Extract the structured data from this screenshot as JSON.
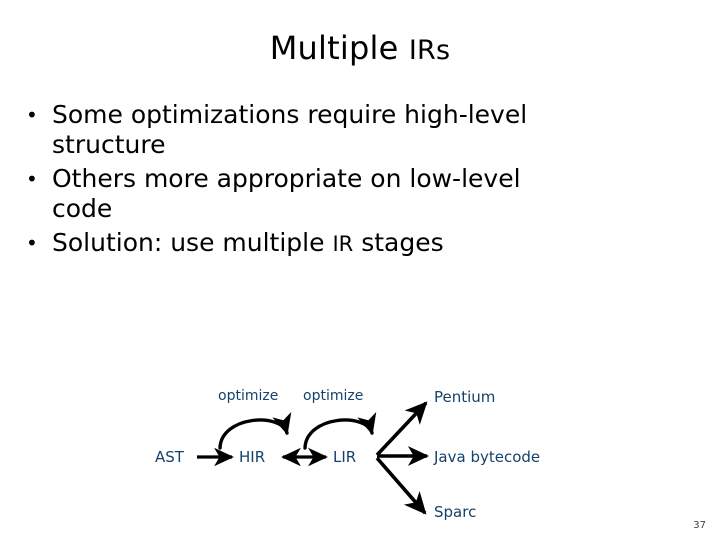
{
  "slide": {
    "title_main": "Multiple ",
    "title_smallcaps": "IRs",
    "number": "37",
    "background_color": "#ffffff",
    "text_color": "#000000",
    "diagram_color": "#14426b",
    "arrow_color": "#000000"
  },
  "bullets": [
    {
      "mark": "•",
      "text": "Some optimizations require high-level structure"
    },
    {
      "mark": "•",
      "text": "Others more appropriate on low-level code"
    },
    {
      "mark": "•",
      "text_before": "Solution: use multiple ",
      "text_smallcaps": "IR",
      "text_after": " stages"
    }
  ],
  "diagram": {
    "nodes": [
      {
        "id": "ast",
        "label": "AST"
      },
      {
        "id": "hir",
        "label": "HIR"
      },
      {
        "id": "lir",
        "label": "LIR"
      },
      {
        "id": "pentium",
        "label": "Pentium"
      },
      {
        "id": "javabc",
        "label": "Java bytecode"
      },
      {
        "id": "sparc",
        "label": "Sparc"
      }
    ],
    "edge_labels": [
      {
        "id": "opt1",
        "label": "optimize"
      },
      {
        "id": "opt2",
        "label": "optimize"
      }
    ]
  }
}
